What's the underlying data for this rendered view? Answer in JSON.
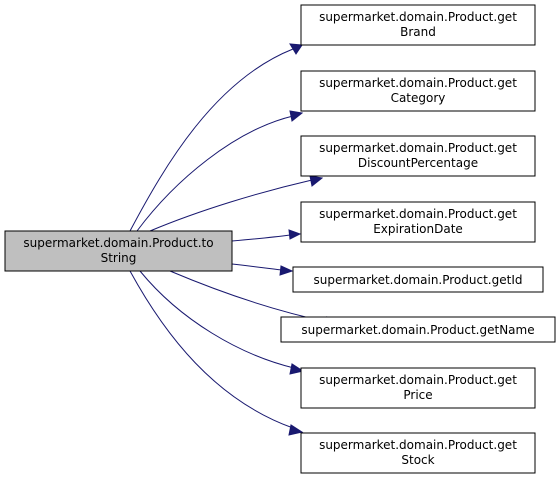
{
  "diagram": {
    "root": {
      "line1": "supermarket.domain.Product.to",
      "line2": "String"
    },
    "callees": [
      {
        "line1": "supermarket.domain.Product.get",
        "line2": "Brand"
      },
      {
        "line1": "supermarket.domain.Product.get",
        "line2": "Category"
      },
      {
        "line1": "supermarket.domain.Product.get",
        "line2": "DiscountPercentage"
      },
      {
        "line1": "supermarket.domain.Product.get",
        "line2": "ExpirationDate"
      },
      {
        "line1": "supermarket.domain.Product.getId"
      },
      {
        "line1": "supermarket.domain.Product.getName"
      },
      {
        "line1": "supermarket.domain.Product.get",
        "line2": "Price"
      },
      {
        "line1": "supermarket.domain.Product.get",
        "line2": "Stock"
      }
    ],
    "colors": {
      "edge": "#191970",
      "root_fill": "#bfbfbf",
      "node_fill": "#ffffff",
      "border": "#000000"
    }
  }
}
